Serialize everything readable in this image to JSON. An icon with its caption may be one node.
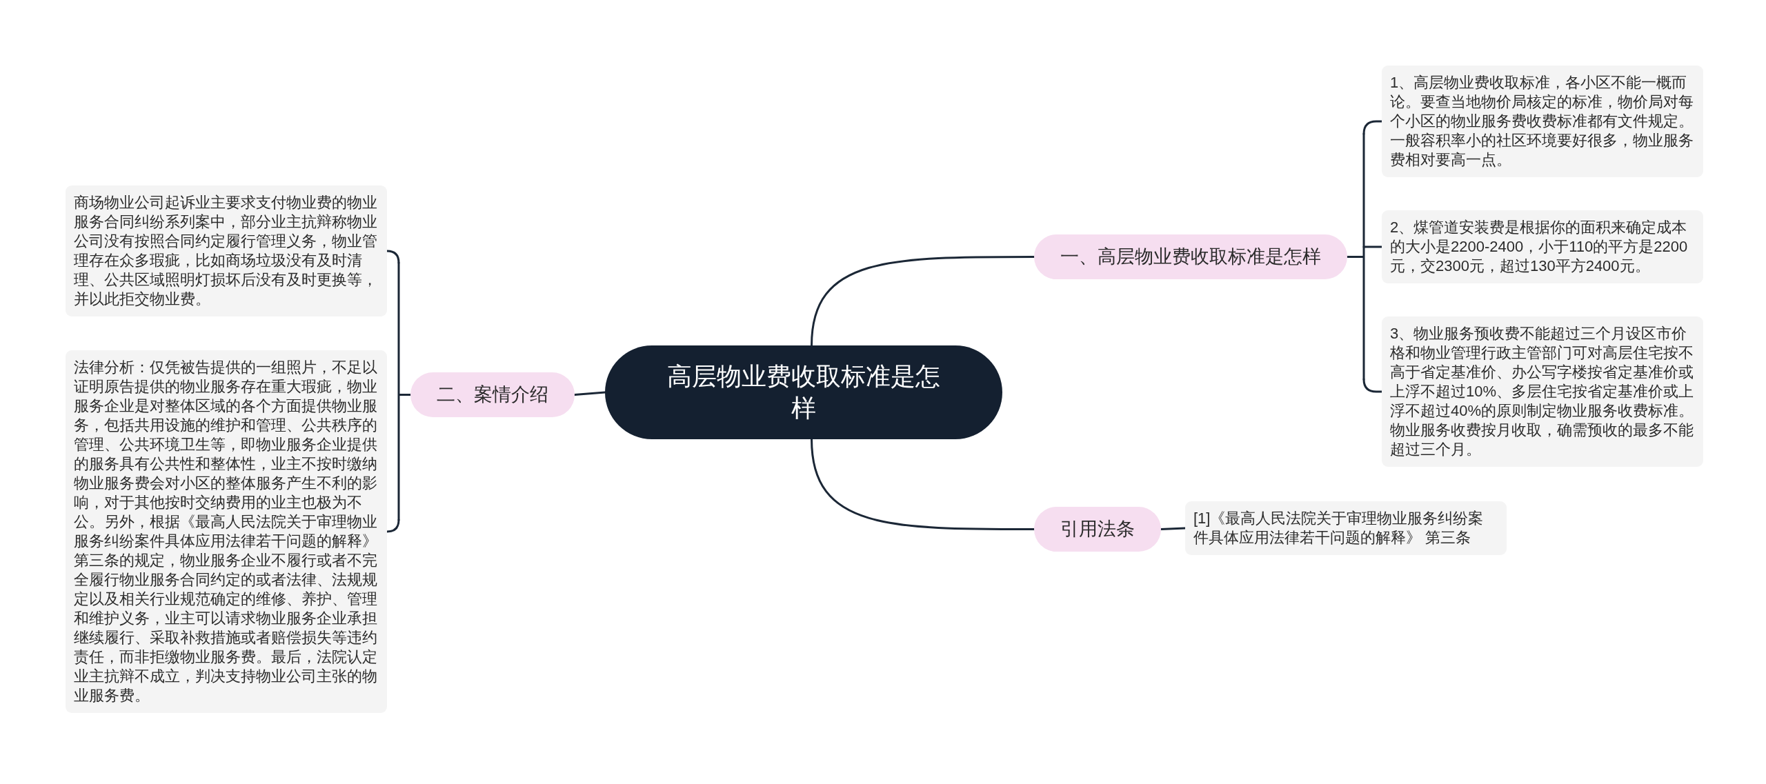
{
  "diagram": {
    "nodes": [
      {
        "text": [
          "高层物业费收取标准是怎样"
        ]
      },
      {
        "text": [
          "一、高层物业费收取标准是怎样"
        ]
      },
      {
        "text": [
          "1、高层物业费收取标准，各小区不能一概而论。要查当地物价局核定的标准，物价局对每个小区的物业服务费收费标准都有文件规定。一般容积率小的社区环境要好很多，物业服务费相对要高一点。"
        ]
      },
      {
        "text": [
          "2、煤管道安装费是根据你的面积来确定成本的大小是2200-2400，小于110的平方是2200元，交2300元，超过130平方2400元。"
        ]
      },
      {
        "text": [
          "3、物业服务预收费不能超过三个月设区市价格和物业管理行政主管部门可对高层住宅按不高于省定基准价、办公写字楼按省定基准价或上浮不超过10%、多层住宅按省定基准价或上浮不超过40%的原则制定物业服务收费标准。物业服务收费按月收取，确需预收的最多不能超过三个月。"
        ]
      },
      {
        "text": [
          "二、案情介绍"
        ]
      },
      {
        "text": [
          "商场物业公司起诉业主要求支付物业费的物业服务合同纠纷系列案中，部分业主抗辩称物业公司没有按照合同约定履行管理义务，物业管理存在众多瑕疵，比如商场垃圾没有及时清理、公共区域照明灯损坏后没有及时更换等，并以此拒交物业费。"
        ]
      },
      {
        "text": [
          "法律分析：仅凭被告提供的一组照片，不足以证明原告提供的物业服务存在重大瑕疵，物业服务企业是对整体区域的各个方面提供物业服务，包括共用设施的维护和管理、公共秩序的管理、公共环境卫生等，即物业服务企业提供的服务具有公共性和整体性，业主不按时缴纳物业服务费会对小区的整体服务产生不利的影响，对于其他按时交纳费用的业主也极为不公。另外，根据《最高人民法院关于审理物业服务纠纷案件具体应用法律若干问题的解释》第三条的规定，物业服务企业不履行或者不完全履行物业服务合同约定的或者法律、法规规定以及相关行业规范确定的维修、养护、管理和维护义务，业主可以请求物业服务企业承担继续履行、采取补救措施或者赔偿损失等违约责任，而非拒缴物业服务费。最后，法院认定业主抗辩不成立，判决支持物业公司主张的物业服务费。"
        ]
      },
      {
        "text": [
          "引用法条"
        ]
      },
      {
        "text": [
          "[1]《最高人民法院关于审理物业服务纠纷案件具体应用法律若干问题的解释》 第三条"
        ]
      }
    ],
    "edges": [
      {
        "from": 0,
        "to": 1,
        "arrow": "none"
      },
      {
        "from": 1,
        "to": 2,
        "arrow": "none"
      },
      {
        "from": 1,
        "to": 3,
        "arrow": "none"
      },
      {
        "from": 1,
        "to": 4,
        "arrow": "none"
      },
      {
        "from": 0,
        "to": 5,
        "arrow": "none"
      },
      {
        "from": 5,
        "to": 6,
        "arrow": "none"
      },
      {
        "from": 5,
        "to": 7,
        "arrow": "none"
      },
      {
        "from": 0,
        "to": 8,
        "arrow": "none"
      },
      {
        "from": 8,
        "to": 9,
        "arrow": "none"
      }
    ]
  }
}
